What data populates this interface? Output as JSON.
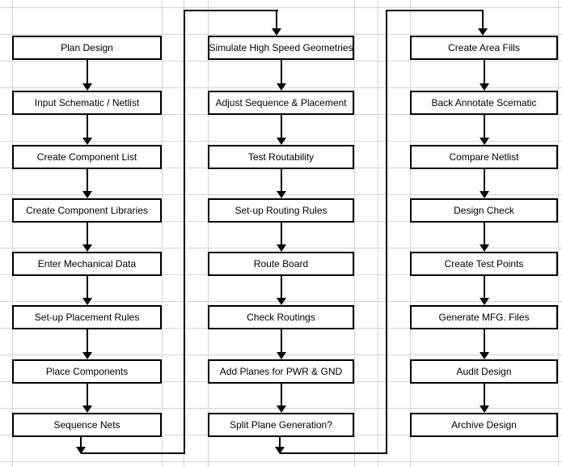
{
  "diagram": {
    "type": "flowchart",
    "background": "spreadsheet-grid",
    "columns": [
      {
        "name": "column-1",
        "boxes": [
          "Plan Design",
          "Input Schematic / Netlist",
          "Create Component List",
          "Create Component Libraries",
          "Enter Mechanical Data",
          "Set-up Placement Rules",
          "Place Components",
          "Sequence Nets"
        ]
      },
      {
        "name": "column-2",
        "boxes": [
          "Simulate High Speed Geometries",
          "Adjust Sequence & Placement",
          "Test Routability",
          "Set-up Routing Rules",
          "Route Board",
          "Check Routings",
          "Add Planes for PWR & GND",
          "Split Plane Generation?"
        ]
      },
      {
        "name": "column-3",
        "boxes": [
          "Create Area Fills",
          "Back Annotate Scematic",
          "Compare Netlist",
          "Design Check",
          "Create Test Points",
          "Generate MFG. Files",
          "Audit Design",
          "Archive Design"
        ]
      }
    ],
    "loop_connectors": [
      {
        "from": "Sequence Nets",
        "to": "Simulate High Speed Geometries",
        "route": "down-right-up-right-down"
      },
      {
        "from": "Split Plane Generation?",
        "to": "Create Area Fills",
        "route": "down-right-up-right-down"
      }
    ],
    "colors": {
      "background": "#ffffff",
      "grid_line": "#d4d4d4",
      "box_border": "#000000",
      "box_fill": "#ffffff",
      "arrow": "#000000",
      "text": "#000000"
    }
  }
}
